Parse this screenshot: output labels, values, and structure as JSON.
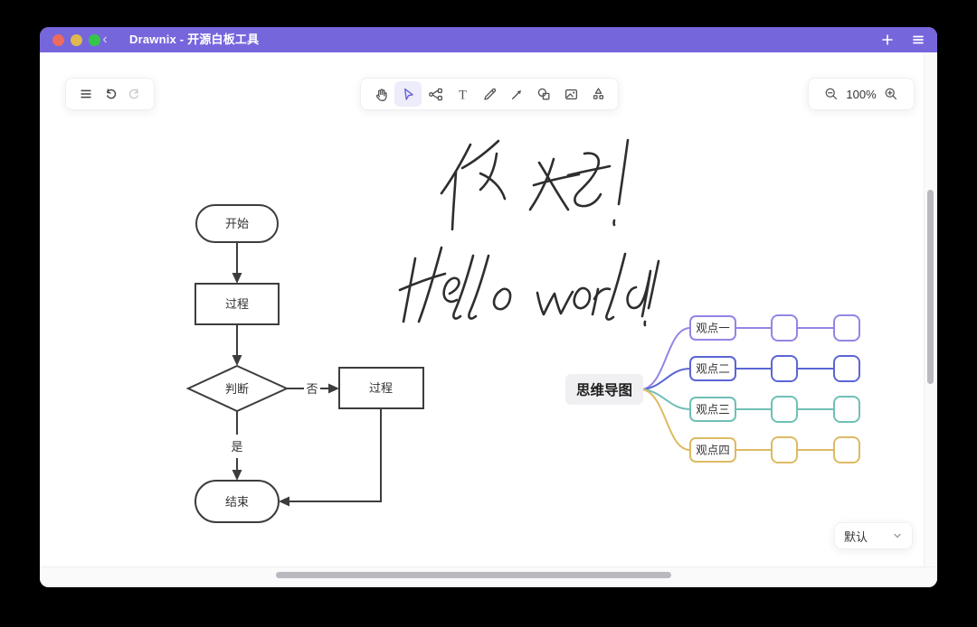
{
  "window": {
    "title": "Drawnix - 开源白板工具",
    "titlebar_color": "#7666DC",
    "traffic_light_colors": [
      "#EC6A5E",
      "#DFB94D",
      "#35C649"
    ]
  },
  "toolbar": {
    "tools": [
      {
        "name": "hand"
      },
      {
        "name": "selection",
        "selected": true
      },
      {
        "name": "mind"
      },
      {
        "name": "text"
      },
      {
        "name": "pencil"
      },
      {
        "name": "arrow"
      },
      {
        "name": "shape"
      },
      {
        "name": "image"
      },
      {
        "name": "extra-shapes"
      }
    ],
    "selected_color": "#6B63D8"
  },
  "zoom_controls": {
    "zoom_level": "100%"
  },
  "canvas": {
    "flowchart": {
      "start": "开始",
      "process": "过程",
      "decision": "判断",
      "no": "否",
      "process2": "过程",
      "yes": "是",
      "end": "结束",
      "stroke_color": "#3d3d3d"
    },
    "handwriting": {
      "line1": "你好!",
      "line2": "Hello world !",
      "ink_color": "#2e2e2e"
    },
    "mindmap": {
      "root": "思维导图",
      "root_bg": "#f0f0f2",
      "branches": [
        {
          "label": "观点一",
          "color": "#9186E6"
        },
        {
          "label": "观点二",
          "color": "#5B66D4"
        },
        {
          "label": "观点三",
          "color": "#6FC0B6"
        },
        {
          "label": "观点四",
          "color": "#DDBA62"
        }
      ]
    }
  },
  "theme_selector": {
    "value": "默认"
  }
}
